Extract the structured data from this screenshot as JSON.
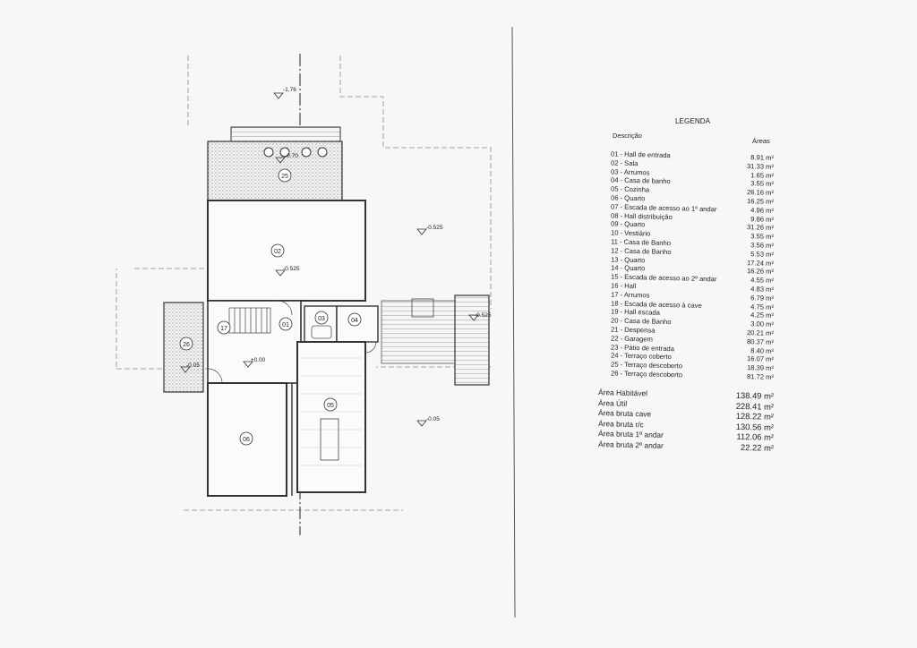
{
  "legend": {
    "title": "LEGENDA",
    "description_header": "Descrição",
    "areas_header": "Áreas",
    "rooms": [
      {
        "label": "01 - Hall de entrada",
        "area": "8.91 m²"
      },
      {
        "label": "02 - Sala",
        "area": "31.33 m²"
      },
      {
        "label": "03 - Arrumos",
        "area": "1.65 m²"
      },
      {
        "label": "04 - Casa de banho",
        "area": "3.55 m²"
      },
      {
        "label": "05 - Cozinha",
        "area": "26.16 m²"
      },
      {
        "label": "06 - Quarto",
        "area": "16.25 m²"
      },
      {
        "label": "07 - Escada de acesso ao 1º andar",
        "area": "4.96 m²"
      },
      {
        "label": "08 - Hall distribuição",
        "area": "9.86 m²"
      },
      {
        "label": "09 - Quarto",
        "area": "31.26 m²"
      },
      {
        "label": "10 - Vestiário",
        "area": "3.55 m²"
      },
      {
        "label": "11 - Casa de Banho",
        "area": "3.56 m²"
      },
      {
        "label": "12 - Casa de Banho",
        "area": "5.53 m²"
      },
      {
        "label": "13 - Quarto",
        "area": "17.24 m²"
      },
      {
        "label": "14 - Quarto",
        "area": "16.26 m²"
      },
      {
        "label": "15 - Escada de acesso ao 2º andar",
        "area": "4.55 m²"
      },
      {
        "label": "16 - Hall",
        "area": "4.83 m²"
      },
      {
        "label": "17 - Arrumos",
        "area": "6.79 m²"
      },
      {
        "label": "18 - Escada de acesso à cave",
        "area": "4.75 m²"
      },
      {
        "label": "19 - Hall escada",
        "area": "4.25 m²"
      },
      {
        "label": "20 - Casa de Banho",
        "area": "3.00 m²"
      },
      {
        "label": "21 - Despensa",
        "area": "20.21 m²"
      },
      {
        "label": "22 - Garagem",
        "area": "80.37 m²"
      },
      {
        "label": "23 - Pátio de entrada",
        "area": "8.40 m²"
      },
      {
        "label": "24 - Terraço coberto",
        "area": "16.07 m²"
      },
      {
        "label": "25 - Terraço descoberto",
        "area": "18.39 m²"
      },
      {
        "label": "26 - Terraço descoberto",
        "area": "81.72 m²"
      }
    ],
    "totals": [
      {
        "label": "Área Habitável",
        "area": "138.49 m²"
      },
      {
        "label": "Área Útil",
        "area": "228.41 m²"
      },
      {
        "label": "Área bruta cave",
        "area": "128.22 m²"
      },
      {
        "label": "Área bruta r/c",
        "area": "130.56 m²"
      },
      {
        "label": "Área bruta 1º andar",
        "area": "112.06 m²"
      },
      {
        "label": "Área bruta 2º andar",
        "area": "22.22 m²"
      }
    ]
  },
  "plan": {
    "room_tags": [
      "01",
      "02",
      "03",
      "04",
      "05",
      "06",
      "17",
      "25",
      "26"
    ],
    "levels": [
      "-1.76",
      "-0.70",
      "-0.525",
      "-0.525",
      "-0.525",
      "-0.05",
      "±0.00",
      "-0.05"
    ]
  }
}
